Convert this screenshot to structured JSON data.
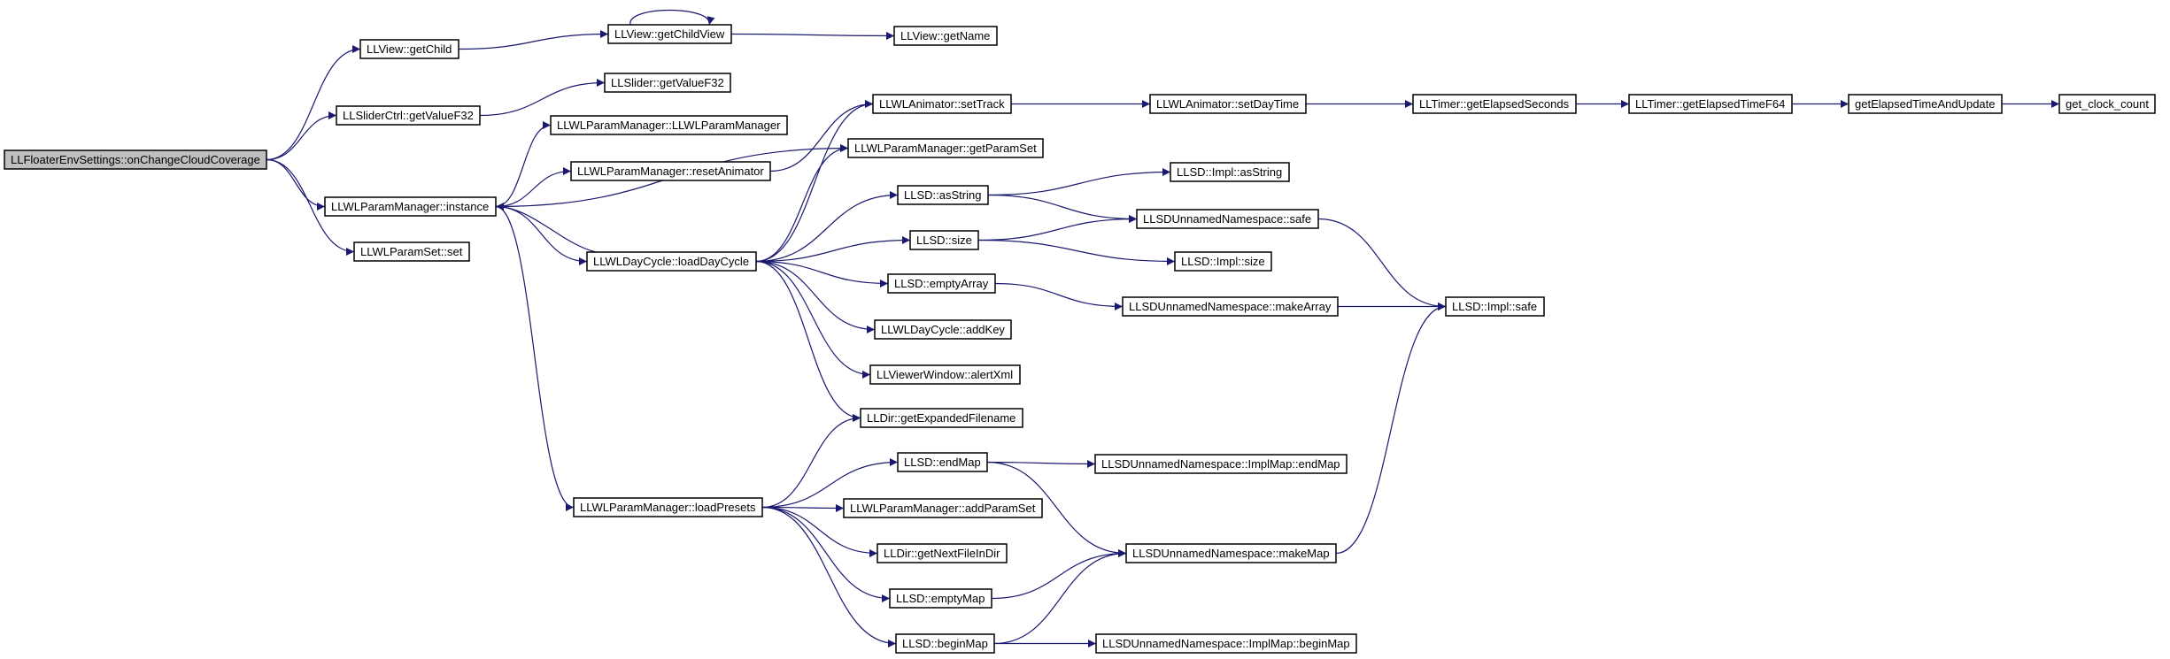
{
  "graph": {
    "nodes": [
      {
        "id": "root",
        "label": "LLFloaterEnvSettings::onChangeCloudCoverage",
        "root": true
      },
      {
        "id": "getChild",
        "label": "LLView::getChild"
      },
      {
        "id": "getChildView",
        "label": "LLView::getChildView"
      },
      {
        "id": "getName",
        "label": "LLView::getName"
      },
      {
        "id": "sliderCtrlGetValue",
        "label": "LLSliderCtrl::getValueF32"
      },
      {
        "id": "sliderGetValue",
        "label": "LLSlider::getValueF32"
      },
      {
        "id": "paramMgrCtor",
        "label": "LLWLParamManager::LLWLParamManager"
      },
      {
        "id": "resetAnimator",
        "label": "LLWLParamManager::resetAnimator"
      },
      {
        "id": "instance",
        "label": "LLWLParamManager::instance"
      },
      {
        "id": "paramSetSet",
        "label": "LLWLParamSet::set"
      },
      {
        "id": "setTrack",
        "label": "LLWLAnimator::setTrack"
      },
      {
        "id": "setDayTime",
        "label": "LLWLAnimator::setDayTime"
      },
      {
        "id": "getElapsedSeconds",
        "label": "LLTimer::getElapsedSeconds"
      },
      {
        "id": "getElapsedTimeF64",
        "label": "LLTimer::getElapsedTimeF64"
      },
      {
        "id": "getElapsedTimeAndUpdate",
        "label": "getElapsedTimeAndUpdate"
      },
      {
        "id": "getClockCount",
        "label": "get_clock_count"
      },
      {
        "id": "getParamSet",
        "label": "LLWLParamManager::getParamSet"
      },
      {
        "id": "asString",
        "label": "LLSD::asString"
      },
      {
        "id": "implAsString",
        "label": "LLSD::Impl::asString"
      },
      {
        "id": "unnamedSafe",
        "label": "LLSDUnnamedNamespace::safe"
      },
      {
        "id": "loadDayCycle",
        "label": "LLWLDayCycle::loadDayCycle"
      },
      {
        "id": "size",
        "label": "LLSD::size"
      },
      {
        "id": "implSize",
        "label": "LLSD::Impl::size"
      },
      {
        "id": "emptyArray",
        "label": "LLSD::emptyArray"
      },
      {
        "id": "makeArray",
        "label": "LLSDUnnamedNamespace::makeArray"
      },
      {
        "id": "implSafe",
        "label": "LLSD::Impl::safe"
      },
      {
        "id": "addKey",
        "label": "LLWLDayCycle::addKey"
      },
      {
        "id": "alertXml",
        "label": "LLViewerWindow::alertXml"
      },
      {
        "id": "getExpandedFilename",
        "label": "LLDir::getExpandedFilename"
      },
      {
        "id": "endMap",
        "label": "LLSD::endMap"
      },
      {
        "id": "implMapEndMap",
        "label": "LLSDUnnamedNamespace::ImplMap::endMap"
      },
      {
        "id": "loadPresets",
        "label": "LLWLParamManager::loadPresets"
      },
      {
        "id": "addParamSet",
        "label": "LLWLParamManager::addParamSet"
      },
      {
        "id": "getNextFileInDir",
        "label": "LLDir::getNextFileInDir"
      },
      {
        "id": "makeMap",
        "label": "LLSDUnnamedNamespace::makeMap"
      },
      {
        "id": "emptyMap",
        "label": "LLSD::emptyMap"
      },
      {
        "id": "beginMap",
        "label": "LLSD::beginMap"
      },
      {
        "id": "implMapBeginMap",
        "label": "LLSDUnnamedNamespace::ImplMap::beginMap"
      }
    ],
    "edges": [
      [
        "root",
        "getChild"
      ],
      [
        "root",
        "sliderCtrlGetValue"
      ],
      [
        "root",
        "instance"
      ],
      [
        "root",
        "paramSetSet"
      ],
      [
        "getChild",
        "getChildView"
      ],
      [
        "getChildView",
        "getChildView"
      ],
      [
        "getChildView",
        "getName"
      ],
      [
        "sliderCtrlGetValue",
        "sliderGetValue"
      ],
      [
        "instance",
        "paramMgrCtor"
      ],
      [
        "instance",
        "resetAnimator"
      ],
      [
        "instance",
        "getParamSet"
      ],
      [
        "instance",
        "loadDayCycle"
      ],
      [
        "instance",
        "loadPresets"
      ],
      [
        "resetAnimator",
        "setTrack"
      ],
      [
        "setTrack",
        "setDayTime"
      ],
      [
        "setDayTime",
        "getElapsedSeconds"
      ],
      [
        "getElapsedSeconds",
        "getElapsedTimeF64"
      ],
      [
        "getElapsedTimeF64",
        "getElapsedTimeAndUpdate"
      ],
      [
        "getElapsedTimeAndUpdate",
        "getClockCount"
      ],
      [
        "loadDayCycle",
        "instance"
      ],
      [
        "loadDayCycle",
        "getParamSet"
      ],
      [
        "loadDayCycle",
        "setTrack"
      ],
      [
        "loadDayCycle",
        "asString"
      ],
      [
        "loadDayCycle",
        "size"
      ],
      [
        "loadDayCycle",
        "emptyArray"
      ],
      [
        "loadDayCycle",
        "addKey"
      ],
      [
        "loadDayCycle",
        "alertXml"
      ],
      [
        "loadDayCycle",
        "getExpandedFilename"
      ],
      [
        "asString",
        "implAsString"
      ],
      [
        "asString",
        "unnamedSafe"
      ],
      [
        "size",
        "unnamedSafe"
      ],
      [
        "size",
        "implSize"
      ],
      [
        "unnamedSafe",
        "implSafe"
      ],
      [
        "emptyArray",
        "makeArray"
      ],
      [
        "makeArray",
        "implSafe"
      ],
      [
        "loadPresets",
        "getExpandedFilename"
      ],
      [
        "loadPresets",
        "endMap"
      ],
      [
        "loadPresets",
        "addParamSet"
      ],
      [
        "loadPresets",
        "getNextFileInDir"
      ],
      [
        "loadPresets",
        "emptyMap"
      ],
      [
        "loadPresets",
        "beginMap"
      ],
      [
        "endMap",
        "implMapEndMap"
      ],
      [
        "endMap",
        "makeMap"
      ],
      [
        "emptyMap",
        "makeMap"
      ],
      [
        "beginMap",
        "makeMap"
      ],
      [
        "beginMap",
        "implMapBeginMap"
      ],
      [
        "makeMap",
        "implSafe"
      ]
    ]
  },
  "colors": {
    "edge": "#191970",
    "node_border": "#000000",
    "node_fill": "#ffffff",
    "root_fill": "#bfbfbf"
  }
}
